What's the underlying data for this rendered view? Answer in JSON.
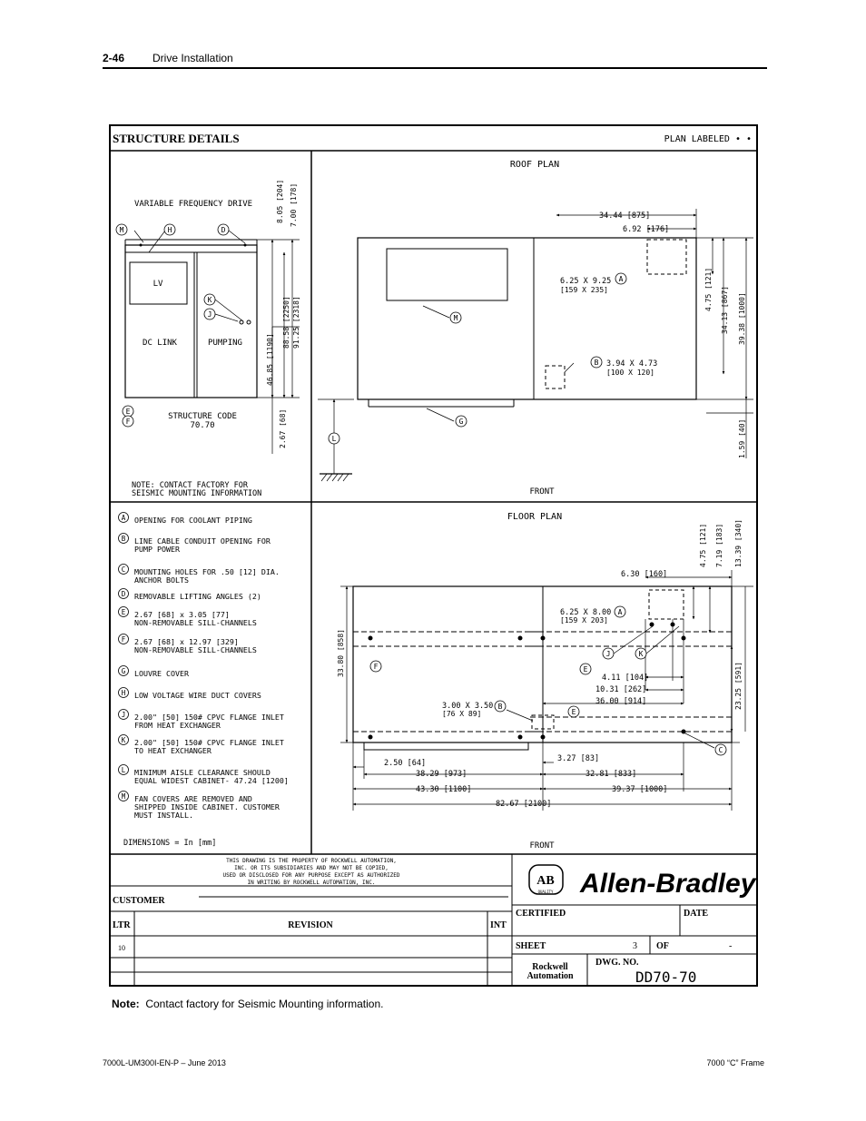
{
  "header": {
    "page_number": "2-46",
    "section": "Drive Installation"
  },
  "drawing": {
    "title": "STRUCTURE DETAILS",
    "plan_labeled": "PLAN LABELED • •",
    "elevation": {
      "label_vfd": "VARIABLE FREQUENCY DRIVE",
      "label_lv": "LV",
      "label_dclink": "DC LINK",
      "label_pumping": "PUMPING",
      "structure_code_label": "STRUCTURE CODE",
      "structure_code": "70.70",
      "note": [
        "NOTE: CONTACT FACTORY FOR",
        "SEISMIC MOUNTING INFORMATION"
      ],
      "dims": [
        "8.05 [204]",
        "7.00 [178]",
        "88.58 [2250]",
        "91.25 [2318]",
        "46.85 [1190]",
        "2.67 [68]"
      ]
    },
    "roof_plan": {
      "title": "ROOF PLAN",
      "front": "FRONT",
      "dims": {
        "d1": "34.44 [875]",
        "d2": "6.92 [176]",
        "a1": "6.25 X 9.25",
        "a2": "[159 X 235]",
        "b1": "3.94 X 4.73",
        "b2": "[100 X 120]",
        "v1": "4.75 [121]",
        "v2": "34.13 [867]",
        "v3": "39.38 [1000]",
        "v4": "1.59 [40]"
      }
    },
    "floor_plan": {
      "title": "FLOOR PLAN",
      "front": "FRONT",
      "dims": {
        "d630": "6.30 [160]",
        "a1": "6.25 X 8.00",
        "a2": "[159 X 203]",
        "d411": "4.11 [104]",
        "d1031": "10.31 [262]",
        "d3600": "36.00 [914]",
        "b1": "3.00 X 3.50",
        "b2": "[76 X 89]",
        "d250": "2.50 [64]",
        "d327": "3.27 [83]",
        "d3829": "38.29 [973]",
        "d3281": "32.81 [833]",
        "d4330": "43.30 [1100]",
        "d3937": "39.37 [1000]",
        "d8267": "82.67 [2100]",
        "v475": "4.75 [121]",
        "v719": "7.19 [183]",
        "v1339": "13.39 [340]",
        "v2325": "23.25 [591]",
        "v3380": "33.80 [858]"
      }
    },
    "legend": [
      {
        "letter": "A",
        "lines": [
          "OPENING FOR COOLANT PIPING"
        ]
      },
      {
        "letter": "B",
        "lines": [
          "LINE CABLE CONDUIT OPENING FOR",
          "PUMP POWER"
        ]
      },
      {
        "letter": "C",
        "lines": [
          "MOUNTING HOLES FOR .50 [12] DIA.",
          "ANCHOR BOLTS"
        ]
      },
      {
        "letter": "D",
        "lines": [
          "REMOVABLE LIFTING ANGLES (2)"
        ]
      },
      {
        "letter": "E",
        "lines": [
          "2.67 [68] x 3.05 [77]",
          "NON-REMOVABLE SILL-CHANNELS"
        ]
      },
      {
        "letter": "F",
        "lines": [
          "2.67 [68] x 12.97 [329]",
          "NON-REMOVABLE SILL-CHANNELS"
        ]
      },
      {
        "letter": "G",
        "lines": [
          "LOUVRE COVER"
        ]
      },
      {
        "letter": "H",
        "lines": [
          "LOW VOLTAGE WIRE DUCT COVERS"
        ]
      },
      {
        "letter": "J",
        "lines": [
          "2.00\" [50] 150# CPVC FLANGE INLET",
          "FROM HEAT EXCHANGER"
        ]
      },
      {
        "letter": "K",
        "lines": [
          "2.00\" [50] 150# CPVC FLANGE INLET",
          "TO HEAT EXCHANGER"
        ]
      },
      {
        "letter": "L",
        "lines": [
          "MINIMUM AISLE CLEARANCE SHOULD",
          "EQUAL WIDEST CABINET- 47.24 [1200]"
        ]
      },
      {
        "letter": "M",
        "lines": [
          "FAN COVERS ARE REMOVED AND",
          "SHIPPED INSIDE CABINET. CUSTOMER",
          "MUST INSTALL."
        ]
      }
    ],
    "dimensions_note": "DIMENSIONS = In [mm]",
    "title_block": {
      "property": [
        "THIS DRAWING IS THE PROPERTY OF ROCKWELL AUTOMATION,",
        "INC. OR ITS SUBSIDIARIES AND MAY NOT BE COPIED,",
        "USED OR DISCLOSED FOR ANY PURPOSE EXCEPT AS AUTHORIZED",
        "IN WRITING BY ROCKWELL AUTOMATION, INC."
      ],
      "customer": "CUSTOMER",
      "ltr": "LTR",
      "revision": "REVISION",
      "int": "INT",
      "rev_value": "10",
      "certified": "CERTIFIED",
      "date": "DATE",
      "sheet": "SHEET",
      "sheet_no": "3",
      "of": "OF",
      "of_value": "-",
      "dwg_no_label": "DWG. NO.",
      "dwg_no": "DD70-70",
      "brand": "Allen-Bradley",
      "ab_logo": "AB",
      "ab_quality": "QUALITY",
      "rockwell": [
        "Rockwell",
        "Automation"
      ]
    }
  },
  "note": {
    "label": "Note:",
    "text": "Contact factory for Seismic Mounting information."
  },
  "footer": {
    "left": "7000L-UM300I-EN-P – June 2013",
    "right": "7000 “C” Frame"
  }
}
